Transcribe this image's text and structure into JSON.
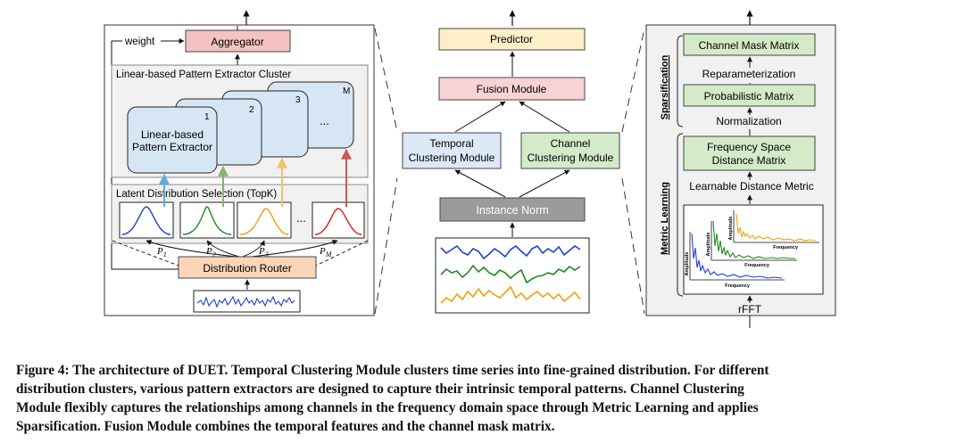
{
  "figure": {
    "left_panel": {
      "weight_label": "weight",
      "aggregator": "Aggregator",
      "cluster_title": "Linear-based Pattern Extractor Cluster",
      "extractor_line1": "Linear-based",
      "extractor_line2": "Pattern Extractor",
      "card_numbers": [
        "1",
        "2",
        "3",
        "M"
      ],
      "card_ellipsis": "...",
      "selection_title": "Latent Distribution Selection (TopK)",
      "dist_ellipsis": "...",
      "p_labels": [
        "P",
        "P",
        "P",
        "P"
      ],
      "p_subs": [
        "1",
        "2",
        "3",
        "M"
      ],
      "router": "Distribution Router"
    },
    "center_panel": {
      "predictor": "Predictor",
      "fusion": "Fusion Module",
      "temporal_line1": "Temporal",
      "temporal_line2": "Clustering Module",
      "channel_line1": "Channel",
      "channel_line2": "Clustering Module",
      "instance_norm": "Instance Norm"
    },
    "right_panel": {
      "channel_mask": "Channel Mask Matrix",
      "reparam": "Reparameterization",
      "prob_matrix": "Probabilistic Matrix",
      "normalization": "Normalization",
      "freq_line1": "Frequency Space",
      "freq_line2": "Distance Matrix",
      "learnable": "Learnable Distance Metric",
      "sparsification": "Sparsification",
      "metric_learning": "Metric  Learning",
      "amplitude": "Amplitude",
      "frequency": "Frequency",
      "rfft": "rFFT"
    },
    "colors": {
      "aggregator": "#f4c2c0",
      "extractor": "#d6e6f5",
      "router": "#fbd5b8",
      "predictor": "#fdefc7",
      "fusion": "#f8d3d3",
      "temporal": "#dde8f8",
      "channel": "#d3ebc9",
      "norm": "#9b9b9b",
      "series_blue": "#1f3fd8",
      "series_green": "#1e8a20",
      "series_orange": "#f0a00c",
      "arrow_blue": "#6aa8dc",
      "arrow_green": "#8ab26a",
      "arrow_yellow": "#e8c76a",
      "arrow_red": "#c95a5a"
    }
  },
  "caption": {
    "lines": [
      "Figure 4: The architecture of DUET. Temporal Clustering Module clusters time series into fine-grained distribution. For different",
      "distribution clusters, various pattern extractors are designed to capture their intrinsic temporal patterns. Channel Clustering",
      "Module flexibly captures the relationships among channels in the frequency domain space through Metric Learning and applies",
      "Sparsification. Fusion Module combines the temporal features and the channel mask matrix."
    ]
  }
}
